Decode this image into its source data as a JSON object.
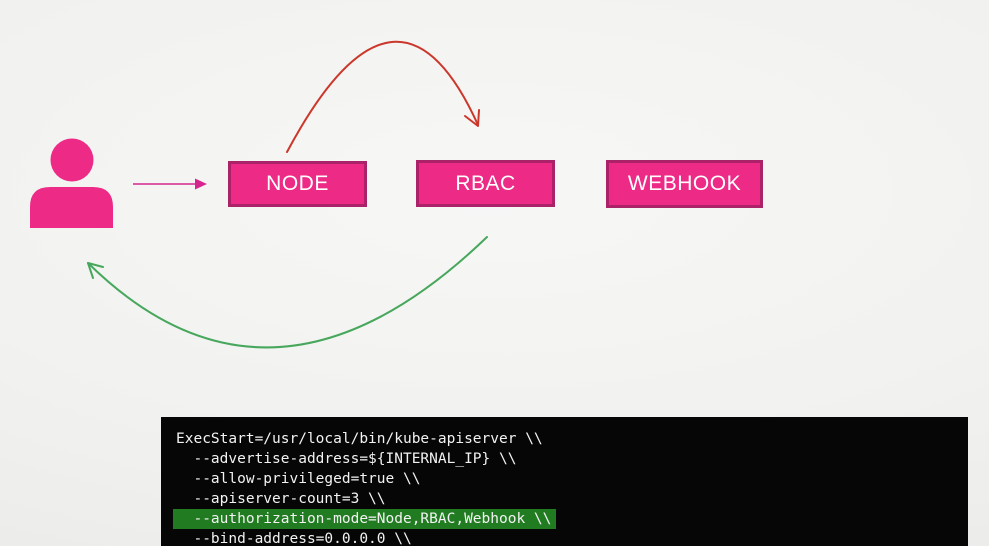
{
  "colors": {
    "pink": "#ed2b87",
    "pink-border": "#ac2268",
    "arrow-pink": "#d4268e",
    "arrow-red": "#cb372b",
    "arrow-green": "#47a75c",
    "term-bg": "#060606",
    "term-fg": "#f2f2f2",
    "hl-green": "#217c21"
  },
  "diagram": {
    "actor": {
      "name": "user"
    },
    "boxes": [
      {
        "id": "node",
        "label": "NODE"
      },
      {
        "id": "rbac",
        "label": "RBAC"
      },
      {
        "id": "webhook",
        "label": "WEBHOOK"
      }
    ],
    "arrows": [
      {
        "id": "user-to-node",
        "style": "straight",
        "color": "#d4268e"
      },
      {
        "id": "node-to-rbac",
        "style": "arc",
        "color": "#cb372b"
      },
      {
        "id": "rbac-to-user",
        "style": "arc",
        "color": "#47a75c"
      }
    ]
  },
  "terminal": {
    "lines": [
      {
        "text": "ExecStart=/usr/local/bin/kube-apiserver \\\\",
        "highlighted": false
      },
      {
        "text": "  --advertise-address=${INTERNAL_IP} \\\\",
        "highlighted": false
      },
      {
        "text": "  --allow-privileged=true \\\\",
        "highlighted": false
      },
      {
        "text": "  --apiserver-count=3 \\\\",
        "highlighted": false
      },
      {
        "text": "  --authorization-mode=Node,RBAC,Webhook \\\\",
        "highlighted": true
      },
      {
        "text": "  --bind-address=0.0.0.0 \\\\",
        "highlighted": false
      }
    ]
  }
}
